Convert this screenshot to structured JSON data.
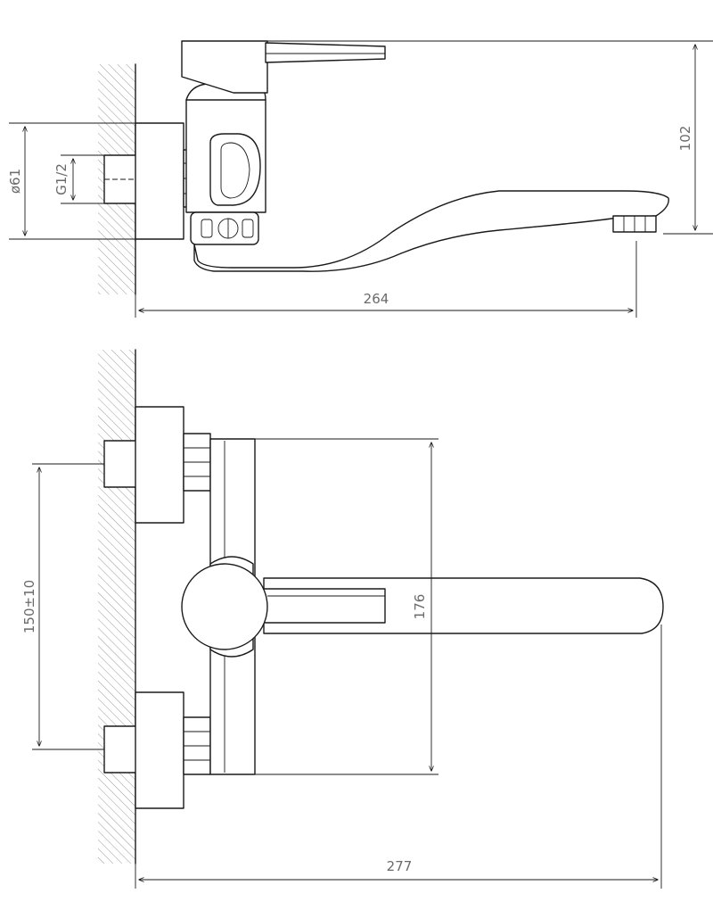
{
  "dimensions": {
    "side_height": "102",
    "side_diameter": "ø61",
    "side_thread": "G1/2",
    "side_reach": "264",
    "front_spacing": "150±10",
    "front_height": "176",
    "front_reach": "277"
  }
}
